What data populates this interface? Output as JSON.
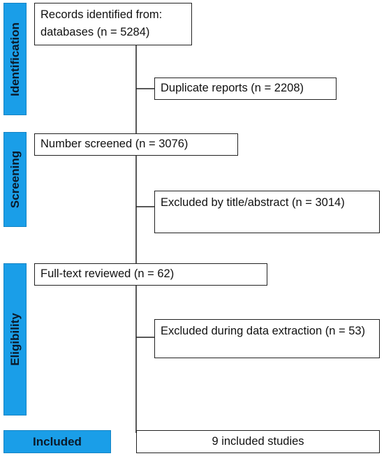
{
  "phases": {
    "identification": "Identification",
    "screening": "Screening",
    "eligibility": "Eligibility",
    "included": "Included"
  },
  "boxes": {
    "records_identified": "Records identified from: databases (n =  5284)",
    "duplicates": "Duplicate reports (n = 2208)",
    "screened": "Number screened (n = 3076)",
    "excluded_title": "Excluded by title/abstract (n = 3014)",
    "full_text": "Full-text reviewed (n = 62)",
    "excluded_extraction": "Excluded during data extraction (n = 53)",
    "included_studies": "9 included studies"
  },
  "colors": {
    "phase_fill": "#1a9ee8",
    "line": "#222222"
  }
}
